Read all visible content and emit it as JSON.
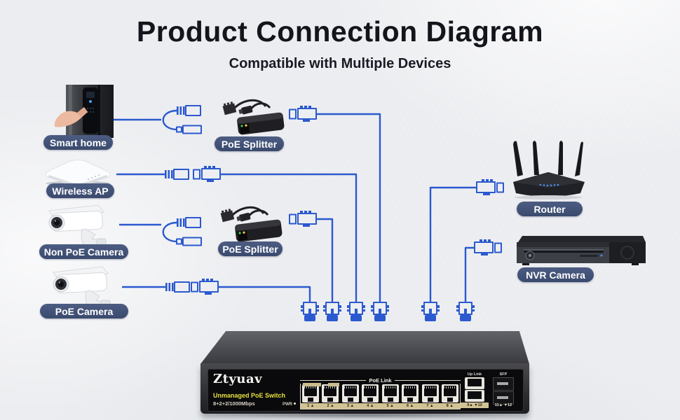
{
  "header": {
    "title": "Product Connection Diagram",
    "subtitle": "Compatible with Multiple Devices"
  },
  "devices": {
    "smart_home": {
      "label": "Smart home"
    },
    "wireless_ap": {
      "label": "Wireless AP"
    },
    "non_poe_camera": {
      "label": "Non PoE Camera"
    },
    "poe_camera": {
      "label": "PoE Camera"
    },
    "poe_splitter_top": {
      "label": "PoE Splitter"
    },
    "poe_splitter_bottom": {
      "label": "PoE Splitter"
    },
    "router": {
      "label": "Router"
    },
    "nvr": {
      "label": "NVR Camera"
    }
  },
  "switch": {
    "brand": "Ztyuav",
    "model_line1": "Unmanaged PoE Switch",
    "model_line2": "8+2+2/1000Mbps",
    "poe_link_label": "PoE Link",
    "uplink_label": "Up Link",
    "sfp_label": "SFP",
    "pwr_label": "PWR",
    "port_labels": [
      "1 ▲",
      "2 ▲",
      "3 ▲",
      "4 ▲",
      "5 ▲",
      "6 ▲",
      "7 ▲",
      "8 ▲"
    ],
    "uplink_ports_label": "9▲ ▼10",
    "sfp_ports_label": "11▲ ▼12"
  },
  "icons": {
    "rj45_plug_icon": "blue ethernet RJ45 plug",
    "rj45_down_plug_icon": "blue ethernet plug pointing down into switch",
    "dc_connector_icon": "blue DC barrel power connector pair",
    "cable_loop_icon": "blue looped pigtail cable"
  },
  "colors": {
    "background": "#ecedf0",
    "accent_blue": "#2b59cf",
    "label_pill": "#3e4e73",
    "label_text": "#ffffff",
    "title_text": "#14141c",
    "switch_body": "#2a2a2e",
    "switch_panel": "#0a0a0c",
    "brand_yellow": "#e8e23e",
    "port_strip_tan": "#d2c394"
  }
}
